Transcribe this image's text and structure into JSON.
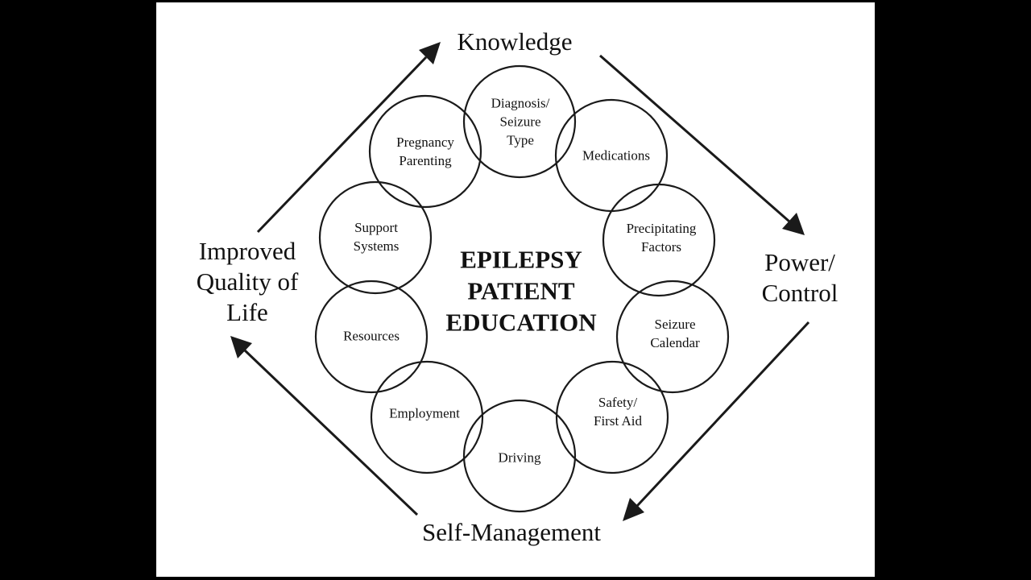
{
  "diagram": {
    "center_lines": [
      "EPILEPSY",
      "PATIENT",
      "EDUCATION"
    ],
    "topics": [
      {
        "id": "diagnosis",
        "lines": [
          "Diagnosis/",
          "Seizure",
          "Type"
        ]
      },
      {
        "id": "medications",
        "lines": [
          "Medications"
        ]
      },
      {
        "id": "precipitating",
        "lines": [
          "Precipitating",
          "Factors"
        ]
      },
      {
        "id": "calendar",
        "lines": [
          "Seizure",
          "Calendar"
        ]
      },
      {
        "id": "safety",
        "lines": [
          "Safety/",
          "First Aid"
        ]
      },
      {
        "id": "driving",
        "lines": [
          "Driving"
        ]
      },
      {
        "id": "employment",
        "lines": [
          "Employment"
        ]
      },
      {
        "id": "resources",
        "lines": [
          "Resources"
        ]
      },
      {
        "id": "support",
        "lines": [
          "Support",
          "Systems"
        ]
      },
      {
        "id": "pregnancy",
        "lines": [
          "Pregnancy",
          "Parenting"
        ]
      }
    ],
    "cycle": [
      {
        "id": "knowledge",
        "lines": [
          "Knowledge"
        ]
      },
      {
        "id": "power",
        "lines": [
          "Power/",
          "Control"
        ]
      },
      {
        "id": "self-management",
        "lines": [
          "Self-Management"
        ]
      },
      {
        "id": "quality",
        "lines": [
          "Improved",
          "Quality of",
          "Life"
        ]
      }
    ],
    "colors": {
      "ink": "#1a1a1a",
      "paper": "#ffffff",
      "border": "#000000"
    }
  }
}
